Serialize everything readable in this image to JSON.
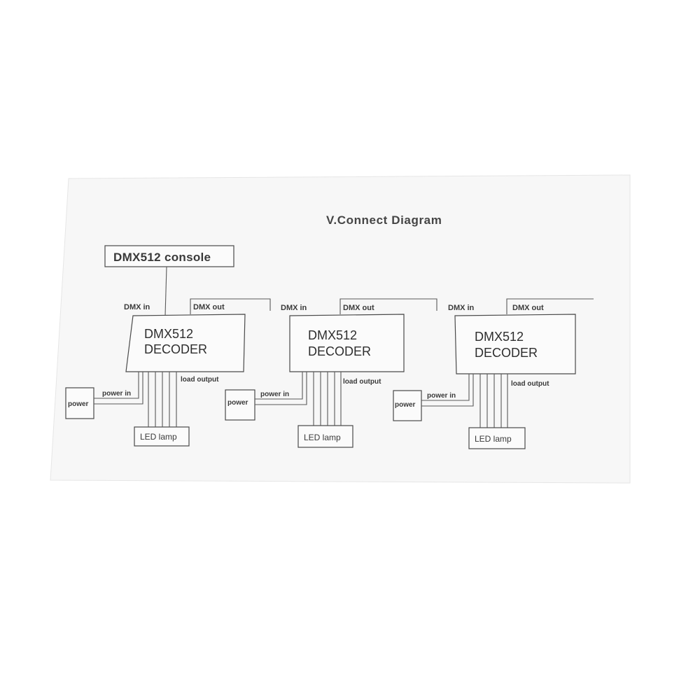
{
  "diagram": {
    "title": "V.Connect Diagram",
    "console_label": "DMX512 console",
    "decoders": [
      {
        "line1": "DMX512",
        "line2": "DECODER",
        "dmx_in": "DMX  in",
        "dmx_out": "DMX out",
        "power_label": "power",
        "power_in": "power in",
        "load_output": "load output",
        "lamp_label": "LED lamp"
      },
      {
        "line1": "DMX512",
        "line2": "DECODER",
        "dmx_in": "DMX  in",
        "dmx_out": "DMX out",
        "power_label": "power",
        "power_in": "power in",
        "load_output": "load output",
        "lamp_label": "LED lamp"
      },
      {
        "line1": "DMX512",
        "line2": "DECODER",
        "dmx_in": "DMX  in",
        "dmx_out": "DMX out",
        "power_label": "power",
        "power_in": "power in",
        "load_output": "load output",
        "lamp_label": "LED lamp"
      }
    ]
  },
  "colors": {
    "paper": "#f7f7f7",
    "ink": "#3a3a3a"
  }
}
